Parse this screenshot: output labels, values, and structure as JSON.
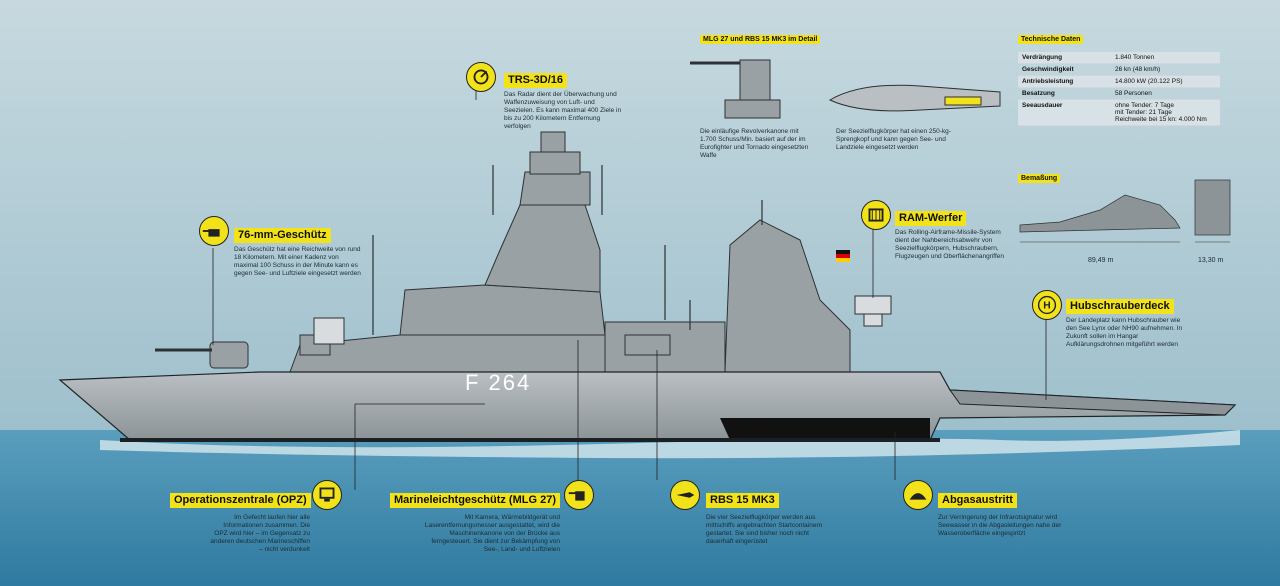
{
  "hull_number": "F 264",
  "colors": {
    "accent": "#f2e21a",
    "sky": "#cfe0e6",
    "sea": "#4f93b4",
    "hull": "#a9b0b4"
  },
  "detail_header": "MLG 27 und RBS 15 MK3 im Detail",
  "detail_mlg_text": "Die einläufige Revolverkanone mit 1.700 Schuss/Min. basiert auf der im Eurofighter und Tornado eingesetzten Waffe",
  "detail_rbs_text": "Der Seezielflugkörper hat einen 250-kg-Sprengkopf und kann gegen See- und Landziele eingesetzt werden",
  "tech": {
    "header": "Technische Daten",
    "rows": [
      {
        "k": "Verdrängung",
        "v": "1.840 Tonnen"
      },
      {
        "k": "Geschwindigkeit",
        "v": "26 kn (48 km/h)"
      },
      {
        "k": "Antriebsleistung",
        "v": "14.800 kW (20.122 PS)"
      },
      {
        "k": "Besatzung",
        "v": "58 Personen"
      },
      {
        "k": "Seeausdauer",
        "v": "ohne Tender: 7 Tage\nmit Tender: 21 Tage\nReichweite bei 15 kn: 4.000 Nm"
      }
    ]
  },
  "dims": {
    "header": "Bemaßung",
    "length": "89,49 m",
    "beam": "13,30 m"
  },
  "labels": {
    "trs": {
      "title": "TRS-3D/16",
      "text": "Das Radar dient der Überwachung und Waffenzuweisung von Luft- und Seezielen. Es kann maximal 400 Ziele in bis zu 200 Kilometern Entfernung verfolgen",
      "icon": "radar-icon"
    },
    "gun76": {
      "title": "76-mm-Geschütz",
      "text": "Das Geschütz hat eine Reichweite von rund 18 Kilometern. Mit einer Kadenz von maximal 100 Schuss in der Minute kann es gegen See- und Luftziele eingesetzt werden",
      "icon": "cannon-icon"
    },
    "ram": {
      "title": "RAM-Werfer",
      "text": "Das Rolling-Airframe-Missile-System dient der Nahbereichsabwehr von Seezielflugkörpern, Hubschraubern, Flugzeugen und Oberflächenangriffen",
      "icon": "launcher-icon"
    },
    "heli": {
      "title": "Hubschrauberdeck",
      "text": "Der Landeplatz kann Hubschrauber wie den See Lynx oder NH90 aufnehmen. In Zukunft sollen im Hangar Aufklärungsdrohnen mitgeführt werden",
      "icon": "helipad-icon"
    },
    "opz": {
      "title": "Operationszentrale (OPZ)",
      "text": "Im Gefecht laufen hier alle Informationen zusammen. Die OPZ wird hier – im Gegensatz zu anderen deutschen Marineschiffen – nicht verdunkelt",
      "icon": "computer-icon"
    },
    "mlg": {
      "title": "Marineleichtgeschütz (MLG 27)",
      "text": "Mit Kamera, Wärmebildgerät und Laserentfernungsmesser ausgestattet, wird die Maschinenkanone von der Brücke aus ferngesteuert. Sie dient zur Bekämpfung von See-, Land- und Luftzielen",
      "icon": "turret-icon"
    },
    "rbs": {
      "title": "RBS 15 MK3",
      "text": "Die vier Seezielflugkörper werden aus mittschiffs angebrachten Startcontainern gestartet. Sie sind bisher noch nicht dauerhaft eingerüstet",
      "icon": "missile-icon"
    },
    "abgas": {
      "title": "Abgasaustritt",
      "text": "Zur Verringerung der Infrarotsignatur wird Seewasser in die Abgasleitungen nahe der Wasseroberfläche eingespritzt",
      "icon": "exhaust-icon"
    }
  }
}
